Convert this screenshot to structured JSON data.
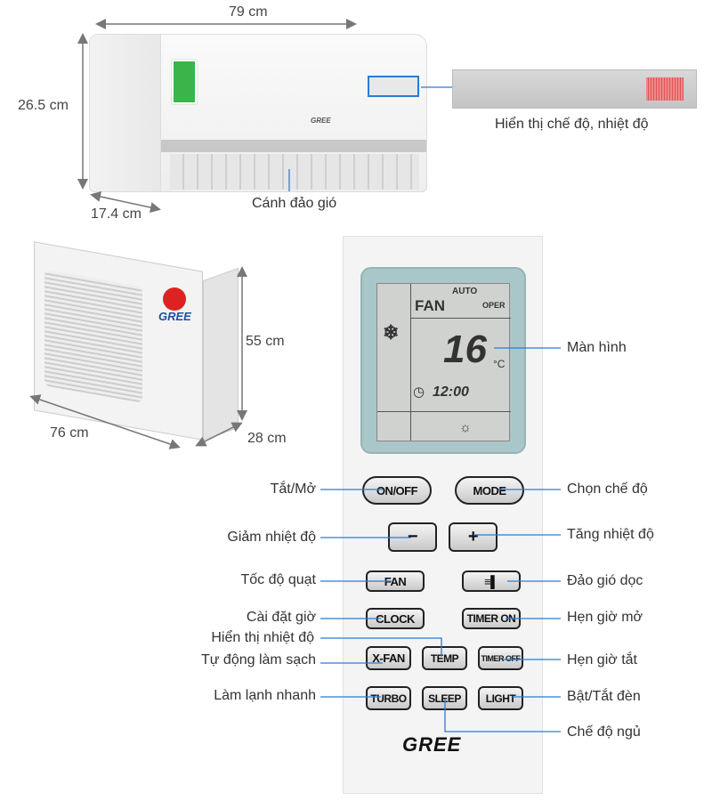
{
  "indoor": {
    "width": "79 cm",
    "height": "26.5 cm",
    "depth": "17.4 cm",
    "display_label": "Hiển thị chế độ, nhiệt độ",
    "flap_label": "Cánh đảo gió",
    "brand": "GREE"
  },
  "outdoor": {
    "height": "55 cm",
    "width": "76 cm",
    "depth": "28 cm",
    "brand": "GREE"
  },
  "remote": {
    "lcd": {
      "fan": "FAN",
      "auto": "AUTO",
      "oper": "OPER",
      "temperature": "16",
      "unit": "°C",
      "time": "12:00"
    },
    "buttons": {
      "onoff": "ON/OFF",
      "mode": "MODE",
      "minus": "−",
      "plus": "+",
      "fan": "FAN",
      "swing": "≡▌",
      "clock": "CLOCK",
      "timer_on": "TIMER ON",
      "xfan": "X-FAN",
      "temp": "TEMP",
      "timer_off": "TIMER OFF",
      "turbo": "TURBO",
      "sleep": "SLEEP",
      "light": "LIGHT"
    },
    "brand": "GREE"
  },
  "callouts": {
    "screen": "Màn hình",
    "onoff": "Tắt/Mở",
    "mode": "Chọn chế độ",
    "minus": "Giảm nhiệt độ",
    "plus": "Tăng nhiệt độ",
    "fan": "Tốc độ quạt",
    "swing": "Đảo gió dọc",
    "clock": "Cài đặt giờ",
    "timer_on": "Hẹn giờ mở",
    "temp": "Hiển thị nhiệt độ",
    "xfan": "Tự động làm sạch",
    "timer_off": "Hẹn giờ tắt",
    "turbo": "Làm lạnh nhanh",
    "light": "Bật/Tắt đèn",
    "sleep": "Chế độ ngủ"
  },
  "colors": {
    "callout_line": "#2b7bd6",
    "lcd_frame": "#a9c6c8"
  }
}
